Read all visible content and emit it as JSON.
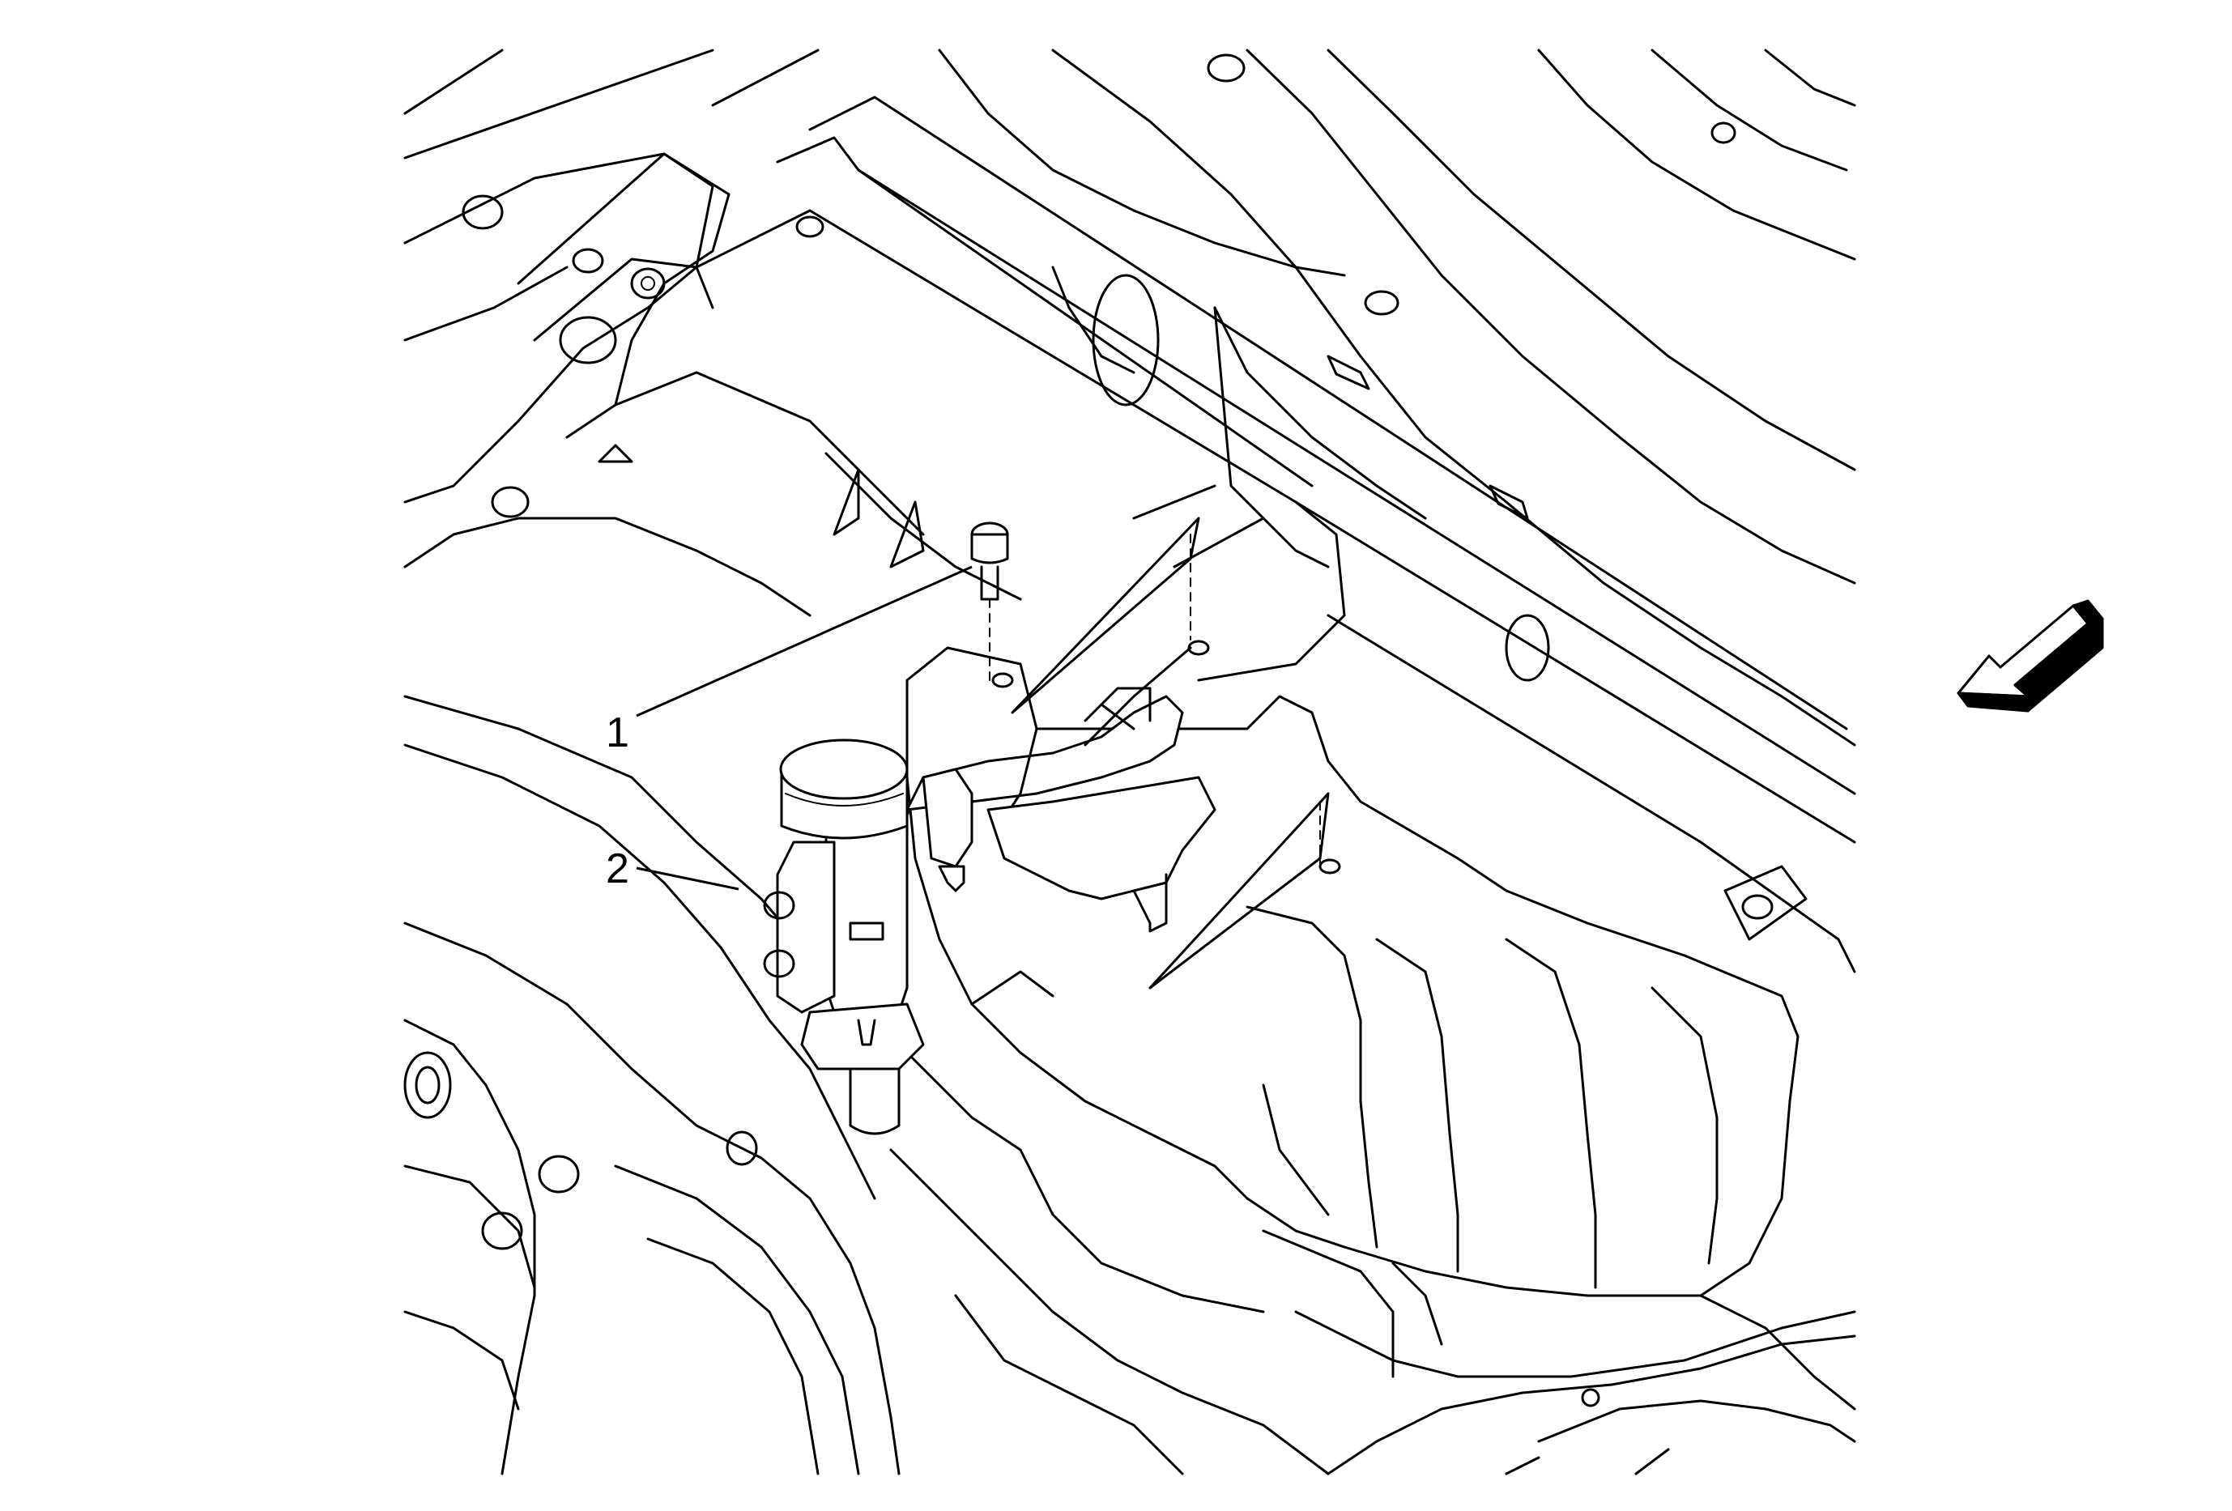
{
  "callouts": [
    {
      "id": "1",
      "label": "1"
    },
    {
      "id": "2",
      "label": "2"
    }
  ],
  "view_arrow": {
    "icon": "view-direction-arrow-icon"
  },
  "colors": {
    "line": "#000000",
    "background": "#ffffff"
  }
}
